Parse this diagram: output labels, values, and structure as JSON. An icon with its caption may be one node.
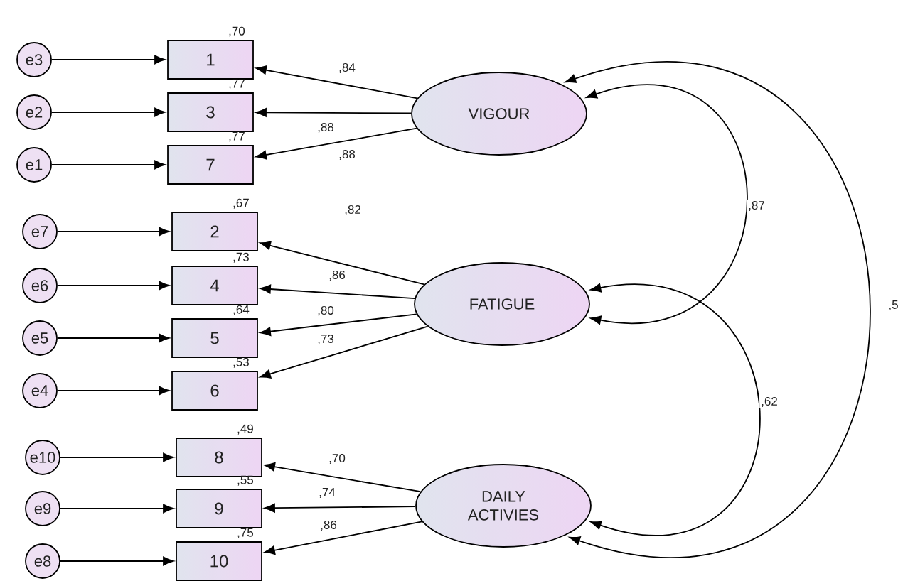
{
  "diagram": {
    "nodes": [
      {
        "text": [
          "e3"
        ]
      },
      {
        "text": [
          "e2"
        ]
      },
      {
        "text": [
          "e1"
        ]
      },
      {
        "text": [
          "e7"
        ]
      },
      {
        "text": [
          "e6"
        ]
      },
      {
        "text": [
          "e5"
        ]
      },
      {
        "text": [
          "e4"
        ]
      },
      {
        "text": [
          "e10"
        ]
      },
      {
        "text": [
          "e9"
        ]
      },
      {
        "text": [
          "e8"
        ]
      },
      {
        "text": [
          "1"
        ],
        "beside": [
          ",70"
        ]
      },
      {
        "text": [
          "3"
        ],
        "beside": [
          ",77"
        ]
      },
      {
        "text": [
          "7"
        ],
        "beside": [
          ",77"
        ]
      },
      {
        "text": [
          "2"
        ],
        "beside": [
          ",67"
        ]
      },
      {
        "text": [
          "4"
        ],
        "beside": [
          ",73"
        ]
      },
      {
        "text": [
          "5"
        ],
        "beside": [
          ",64"
        ]
      },
      {
        "text": [
          "6"
        ],
        "beside": [
          ",53"
        ]
      },
      {
        "text": [
          "8"
        ],
        "beside": [
          ",49"
        ]
      },
      {
        "text": [
          "9"
        ],
        "beside": [
          ",55"
        ]
      },
      {
        "text": [
          "10"
        ],
        "beside": [
          ",75"
        ]
      },
      {
        "text": [
          "VIGOUR"
        ]
      },
      {
        "text": [
          "FATIGUE"
        ]
      },
      {
        "text": [
          "DAILY ACTIVIES"
        ]
      }
    ],
    "edges": [
      {
        "from": 0,
        "to": 10,
        "arrow": "to"
      },
      {
        "from": 1,
        "to": 11,
        "arrow": "to"
      },
      {
        "from": 2,
        "to": 12,
        "arrow": "to"
      },
      {
        "from": 3,
        "to": 13,
        "arrow": "to"
      },
      {
        "from": 4,
        "to": 14,
        "arrow": "to"
      },
      {
        "from": 5,
        "to": 15,
        "arrow": "to"
      },
      {
        "from": 6,
        "to": 16,
        "arrow": "to"
      },
      {
        "from": 7,
        "to": 17,
        "arrow": "to"
      },
      {
        "from": 8,
        "to": 18,
        "arrow": "to"
      },
      {
        "from": 9,
        "to": 19,
        "arrow": "to"
      },
      {
        "from": 20,
        "to": 10,
        "arrow": "to",
        "label": ",84"
      },
      {
        "from": 20,
        "to": 11,
        "arrow": "to",
        "label": ",88"
      },
      {
        "from": 20,
        "to": 12,
        "arrow": "to",
        "label": ",88"
      },
      {
        "from": 21,
        "to": 13,
        "arrow": "to",
        "label": ",82"
      },
      {
        "from": 21,
        "to": 14,
        "arrow": "to",
        "label": ",86"
      },
      {
        "from": 21,
        "to": 15,
        "arrow": "to",
        "label": ",80"
      },
      {
        "from": 21,
        "to": 16,
        "arrow": "to",
        "label": ",73"
      },
      {
        "from": 22,
        "to": 17,
        "arrow": "to",
        "label": ",70"
      },
      {
        "from": 22,
        "to": 18,
        "arrow": "to",
        "label": ",74"
      },
      {
        "from": 22,
        "to": 19,
        "arrow": "to",
        "label": ",86"
      },
      {
        "from": 20,
        "to": 21,
        "arrow": "both",
        "label": ",87"
      },
      {
        "from": 21,
        "to": 22,
        "arrow": "both",
        "label": ",62"
      },
      {
        "from": 20,
        "to": 22,
        "arrow": "both",
        "label": ",5"
      }
    ]
  }
}
